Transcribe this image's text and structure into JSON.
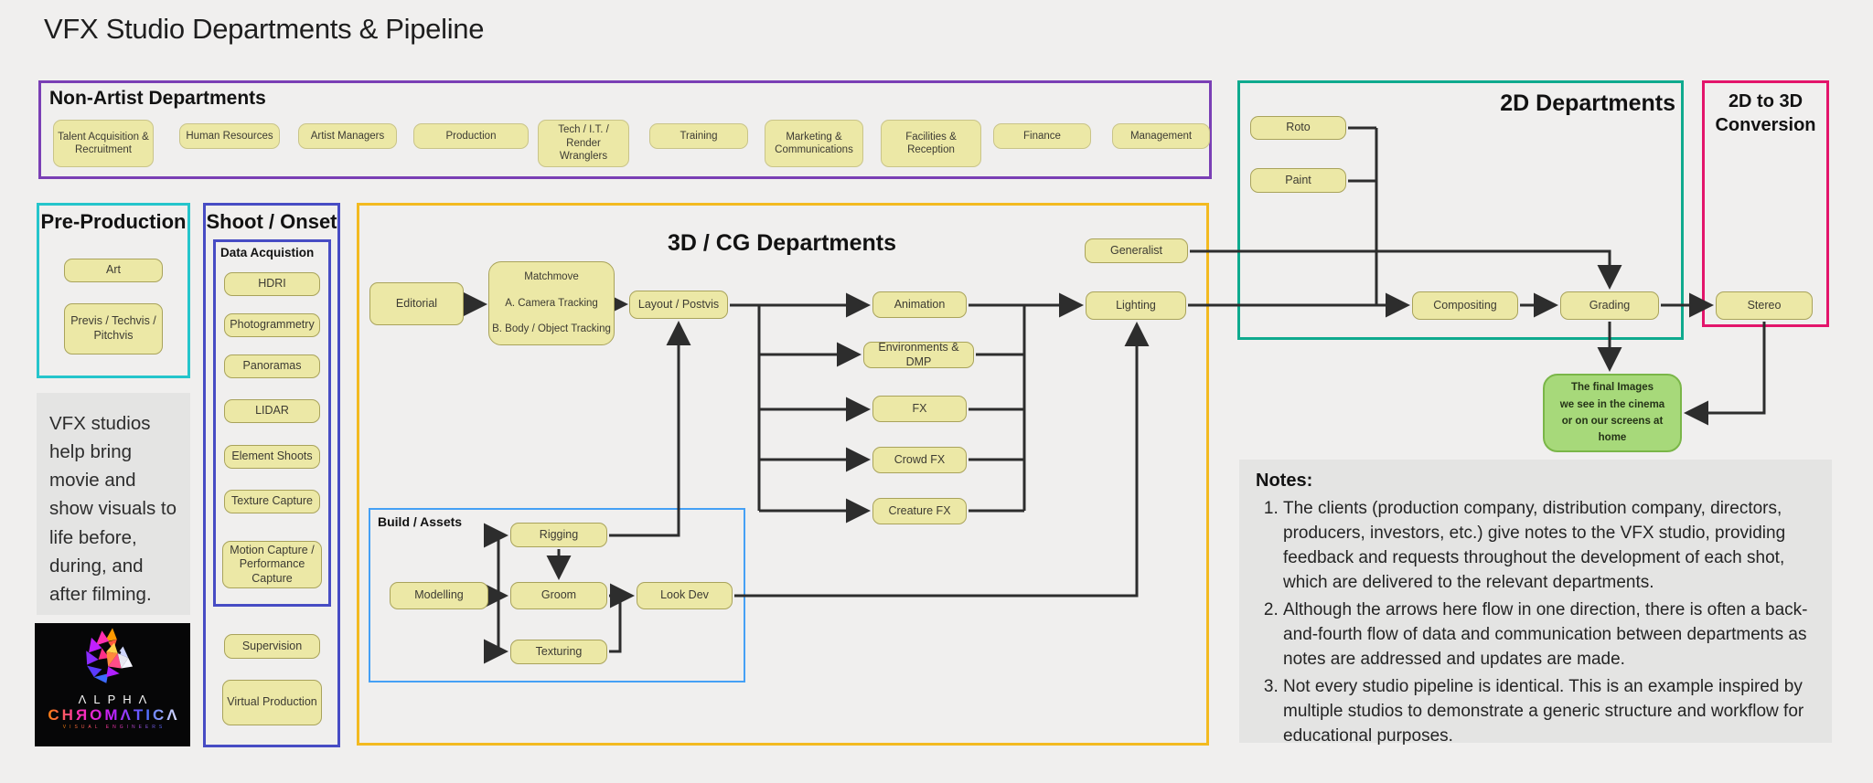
{
  "title": "VFX Studio Departments & Pipeline",
  "non_artist": {
    "label": "Non-Artist Departments",
    "items": [
      "Talent Acquisition & Recruitment",
      "Human Resources",
      "Artist Managers",
      "Production",
      "Tech / I.T. / Render Wranglers",
      "Training",
      "Marketing & Communications",
      "Facilities & Reception",
      "Finance",
      "Management"
    ]
  },
  "pre_production": {
    "label": "Pre-Production",
    "items": [
      "Art",
      "Previs / Techvis / Pitchvis"
    ]
  },
  "intro_text": "VFX studios help bring movie and show visuals to life before, during, and after filming.",
  "logo": {
    "line1": "ΛLPHΛ",
    "line2": "CHЯOMΛTICΛ",
    "line3": "VISUAL ENGINEERS"
  },
  "shoot_onset": {
    "label": "Shoot / Onset",
    "data_acquisition": {
      "label": "Data Acquistion",
      "items": [
        "HDRI",
        "Photogrammetry",
        "Panoramas",
        "LIDAR",
        "Element Shoots",
        "Texture Capture",
        "Motion Capture / Performance Capture"
      ]
    },
    "extra_items": [
      "Supervision",
      "Virtual Production"
    ]
  },
  "cg_3d": {
    "label": "3D / CG Departments",
    "nodes": {
      "editorial": "Editorial",
      "matchmove_title": "Matchmove",
      "matchmove_a": "A. Camera Tracking",
      "matchmove_b": "B. Body / Object Tracking",
      "layout": "Layout / Postvis",
      "animation": "Animation",
      "env_dmp": "Environments & DMP",
      "fx": "FX",
      "crowd_fx": "Crowd FX",
      "creature_fx": "Creature FX",
      "generalist": "Generalist",
      "lighting": "Lighting"
    },
    "build_assets": {
      "label": "Build / Assets",
      "nodes": {
        "modelling": "Modelling",
        "rigging": "Rigging",
        "groom": "Groom",
        "texturing": "Texturing",
        "look_dev": "Look Dev"
      }
    }
  },
  "dept_2d": {
    "label": "2D Departments",
    "nodes": {
      "roto": "Roto",
      "paint": "Paint",
      "compositing": "Compositing",
      "grading": "Grading"
    }
  },
  "conv_2d3d": {
    "label_line1": "2D to 3D",
    "label_line2": "Conversion",
    "nodes": {
      "stereo": "Stereo"
    }
  },
  "final_images": {
    "line1": "The final Images",
    "line2": "we see in the cinema",
    "line3": "or on our screens at home"
  },
  "notes": {
    "label": "Notes:",
    "items": [
      "The clients (production company, distribution company, directors, producers, investors, etc.) give notes to the VFX studio, providing feedback and requests  throughout the development of each shot, which are delivered to the relevant departments.",
      "Although the arrows here flow in one direction, there is often a back-and-fourth flow of data  and communication between departments as notes are addressed and updates are made.",
      "Not every studio pipeline is identical. This is an example inspired by multiple studios to demonstrate a generic structure and workflow for educational purposes."
    ]
  },
  "colors": {
    "background": "#f0efee",
    "node_fill": "#ece8a6",
    "node_border": "#a9a35b",
    "connector": "#2d2d2d",
    "non_artist_border": "#7a3fb5",
    "pre_production_border": "#25c5cb",
    "shoot_onset_border": "#474cc4",
    "cg_3d_border": "#f3ba20",
    "build_assets_border": "#45a0f5",
    "dept_2d_border": "#0faa8e",
    "conv_2d3d_border": "#e3156b",
    "final_box_fill": "#a7d97a",
    "final_box_border": "#7ab648"
  }
}
